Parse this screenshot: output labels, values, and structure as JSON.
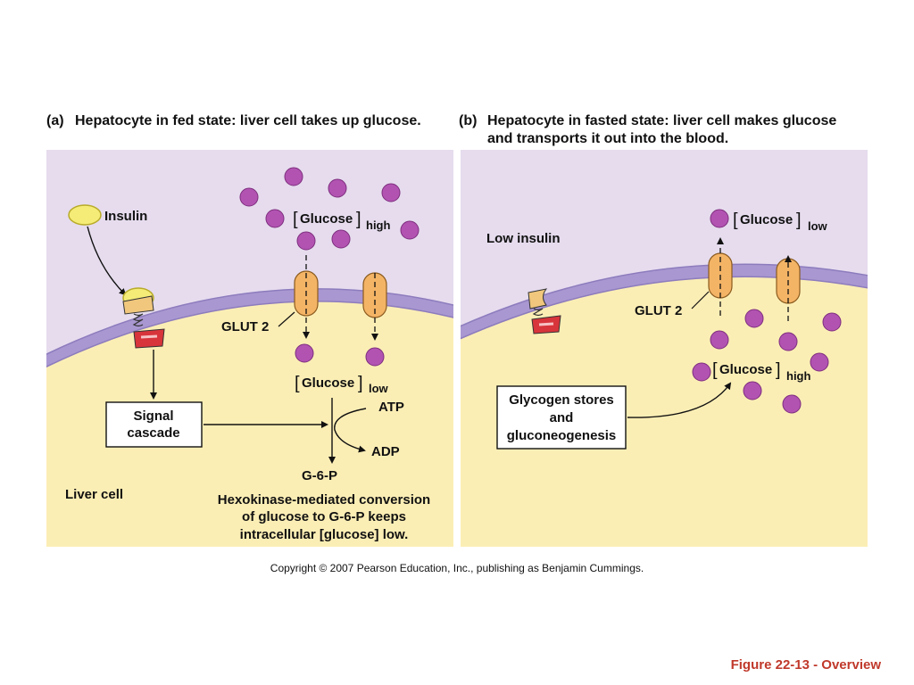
{
  "panel_a": {
    "tag": "(a)",
    "title": "Hepatocyte in fed state: liver cell takes up glucose.",
    "insulin": "Insulin",
    "glucose": "Glucose",
    "glucose_outside_level": "high",
    "transporter": "GLUT 2",
    "glucose_inside_level": "low",
    "signal_line1": "Signal",
    "signal_line2": "cascade",
    "atp": "ATP",
    "adp": "ADP",
    "g6p": "G-6-P",
    "cell_label": "Liver cell",
    "caption_line1": "Hexokinase-mediated conversion",
    "caption_line2": "of glucose to G-6-P keeps",
    "caption_line3": "intracellular [glucose] low."
  },
  "panel_b": {
    "tag": "(b)",
    "title_line1": "Hepatocyte in fasted state: liver cell makes glucose",
    "title_line2": "and transports it out into the blood.",
    "insulin": "Low insulin",
    "glucose": "Glucose",
    "glucose_outside_level": "low",
    "transporter": "GLUT 2",
    "glucose_inside_level": "high",
    "stores_line1": "Glycogen stores",
    "stores_line2": "and",
    "stores_line3": "gluconeogenesis"
  },
  "copyright": "Copyright © 2007 Pearson Education, Inc., publishing as Benjamin Cummings.",
  "figure_label": "Figure 22-13 - Overview",
  "colors": {
    "extracellular": "#e6dcee",
    "cytoplasm": "#fbeeb5",
    "membrane": "#a997d1",
    "glucose": "#b253b2",
    "transporter": "#f4b466",
    "insulin": "#f5ec77",
    "figure_label": "#c0392b"
  }
}
